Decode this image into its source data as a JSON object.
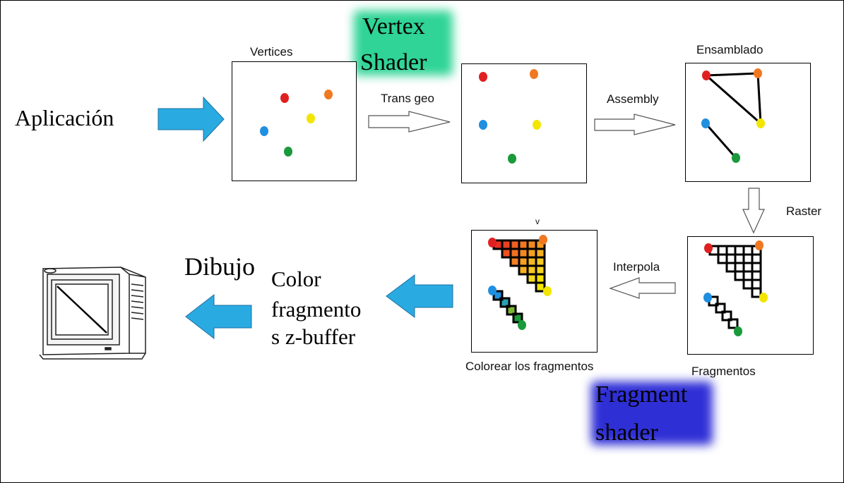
{
  "labels": {
    "aplicacion": "Aplicación",
    "vertices": "Vertices",
    "vertex_shader_line1": "Vertex",
    "vertex_shader_line2": "Shader",
    "trans_geo": "Trans geo",
    "assembly": "Assembly",
    "ensamblado": "Ensamblado",
    "raster": "Raster",
    "fragmentos": "Fragmentos",
    "interpola": "Interpola",
    "colorear": "Colorear los fragmentos",
    "fragment_shader_line1": "Fragment",
    "fragment_shader_line2": "shader",
    "dibujo": "Dibujo",
    "color_frag_line1": "Color",
    "color_frag_line2": "fragmento",
    "color_frag_line3": "s z-buffer",
    "small_v": "v"
  },
  "colors": {
    "blue_arrow": "#29abe2",
    "red": "#e02020",
    "orange": "#f07820",
    "yellow": "#f2e600",
    "blue": "#1f8fe0",
    "green": "#1a9a3a",
    "vertex_shader_highlight": "#2fd496",
    "fragment_shader_highlight": "#2f2fd6"
  }
}
